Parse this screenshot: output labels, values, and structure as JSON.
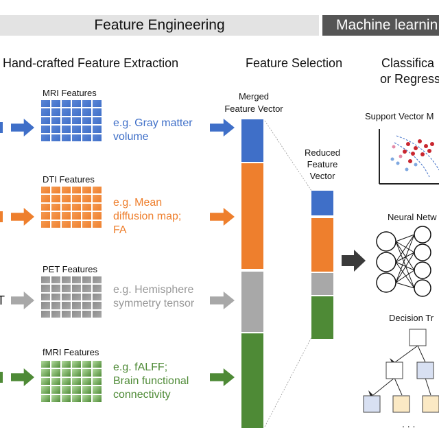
{
  "header": {
    "feature_engineering": "Feature Engineering",
    "machine_learning": "Machine learnin"
  },
  "sections": {
    "extraction": "Hand-crafted Feature Extraction",
    "selection": "Feature Selection",
    "classification_line1": "Classifica",
    "classification_line2": "or Regress"
  },
  "modalities": [
    {
      "id": "mri",
      "title": "MRI Features",
      "example": [
        "e.g. Gray matter",
        "volume"
      ],
      "color": "#3f6fc8",
      "light": "#5b86d6"
    },
    {
      "id": "dti",
      "title": "DTI Features",
      "example": [
        "e.g. Mean",
        "diffusion map;",
        "FA"
      ],
      "color": "#ee7f2d",
      "light": "#f59a52"
    },
    {
      "id": "pet",
      "title": "PET Features",
      "example": [
        "e.g. Hemisphere",
        "symmetry tensor"
      ],
      "color": "#a8a8a8",
      "light": "#8c8c8c"
    },
    {
      "id": "fmri",
      "title": "fMRI Features",
      "example": [
        "e.g. fALFF;",
        "Brain functional",
        "connectivity"
      ],
      "color": "#4e8a36",
      "light": "#b4dca0"
    }
  ],
  "left_partial": {
    "pet_char": "T"
  },
  "merged": {
    "label_line1": "Merged",
    "label_line2": "Feature Vector"
  },
  "reduced": {
    "label_line1": "Reduced",
    "label_line2": "Feature",
    "label_line3": "Vector"
  },
  "models": {
    "svm": "Support Vector M",
    "nn": "Neural Netw",
    "dt": "Decision Tr",
    "ellipsis": ". . ."
  },
  "colors": {
    "blue": "#3f6fc8",
    "orange": "#ee7f2d",
    "gray": "#a8a8a8",
    "green": "#4e8a36",
    "dark_arrow": "#3a3a3a"
  }
}
